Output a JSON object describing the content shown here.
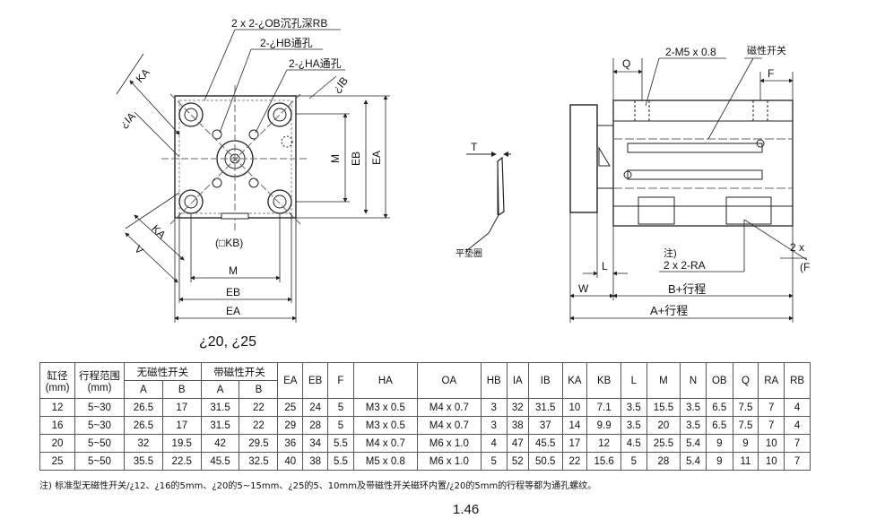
{
  "left_view": {
    "label_ob": "2 x 2-¿OB沉孔深RB",
    "label_hb": "2-¿HB通孔",
    "label_ha": "2-¿HA通孔",
    "label_ka_top": "KA",
    "label_ia": "¿IA",
    "label_ib": "¿IB",
    "label_m_v": "M",
    "label_eb_v": "EB",
    "label_ea_v": "EA",
    "label_ka_bot": "KA",
    "label_v": "V",
    "label_kb": "(□KB)",
    "label_m_h": "M",
    "label_eb_h": "EB",
    "label_ea_h": "EA",
    "caption": "¿20, ¿25"
  },
  "mid_view": {
    "label_t": "T",
    "label_washer": "平垫圈"
  },
  "right_view": {
    "label_q": "Q",
    "label_m5": "2-M5 x 0.8",
    "label_switch": "磁性开关",
    "label_f": "F",
    "label_note": "注)",
    "label_ra": "2 x 2-RA",
    "label_2x": "2 x",
    "label_paren": "(F",
    "label_l": "L",
    "label_w": "W",
    "label_b": "B+行程",
    "label_a": "A+行程"
  },
  "table": {
    "h_bore": "缸径",
    "h_bore_unit": "(mm)",
    "h_stroke": "行程范围",
    "h_stroke_unit": "(mm)",
    "h_no_switch": "无磁性开关",
    "h_switch": "带磁性开关",
    "sub_a": "A",
    "sub_b": "B",
    "cols": [
      "EA",
      "EB",
      "F",
      "HA",
      "OA",
      "HB",
      "IA",
      "IB",
      "KA",
      "KB",
      "L",
      "M",
      "N",
      "OB",
      "Q",
      "RA",
      "RB"
    ],
    "rows": [
      [
        "12",
        "5~30",
        "26.5",
        "17",
        "31.5",
        "22",
        "25",
        "24",
        "5",
        "M3 x 0.5",
        "M4 x 0.7",
        "3",
        "32",
        "31.5",
        "10",
        "7.1",
        "3.5",
        "15.5",
        "3.5",
        "6.5",
        "7.5",
        "7",
        "4"
      ],
      [
        "16",
        "5~30",
        "26.5",
        "17",
        "31.5",
        "22",
        "29",
        "28",
        "5",
        "M3 x 0.5",
        "M4 x 0.7",
        "3",
        "38",
        "37",
        "14",
        "9.9",
        "3.5",
        "20",
        "3.5",
        "6.5",
        "7.5",
        "7",
        "4"
      ],
      [
        "20",
        "5~50",
        "32",
        "19.5",
        "42",
        "29.5",
        "36",
        "34",
        "5.5",
        "M4 x 0.7",
        "M6 x 1.0",
        "4",
        "47",
        "45.5",
        "17",
        "12",
        "4.5",
        "25.5",
        "5.4",
        "9",
        "9",
        "10",
        "7"
      ],
      [
        "25",
        "5~50",
        "35.5",
        "22.5",
        "45.5",
        "32.5",
        "40",
        "38",
        "5.5",
        "M5 x 0.8",
        "M6 x 1.0",
        "5",
        "52",
        "50.5",
        "22",
        "15.6",
        "5",
        "28",
        "5.4",
        "9",
        "11",
        "10",
        "7"
      ]
    ]
  },
  "note": "注) 标准型无磁性开关/¿12、¿16的5mm、¿20的5~15mm、¿25的5、10mm及带磁性开关磁环内置/¿20的5mm的行程等都为通孔螺纹。",
  "page_number": "1.46"
}
